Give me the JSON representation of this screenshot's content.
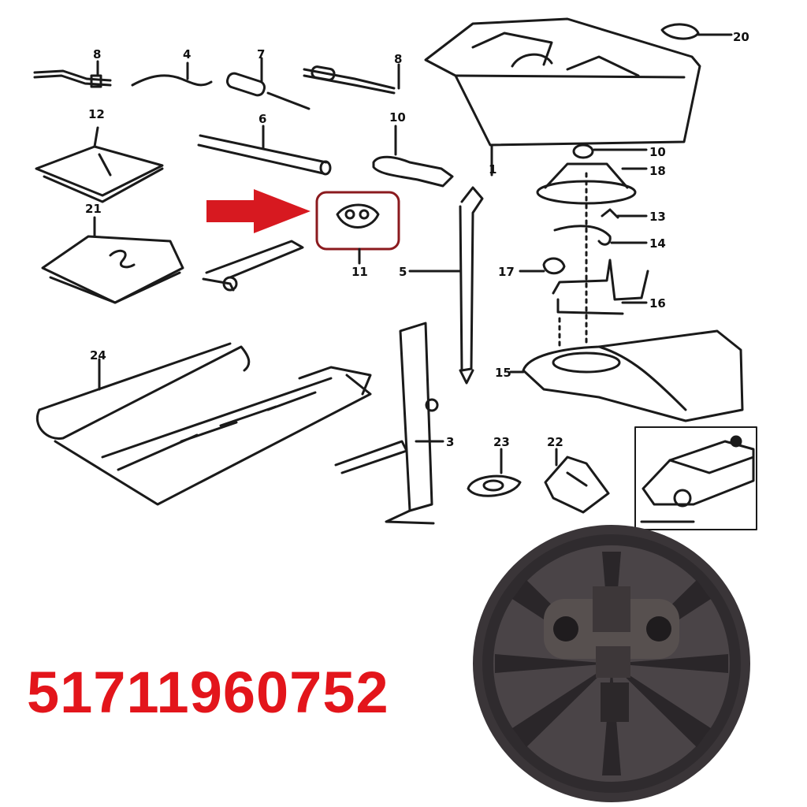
{
  "labels": {
    "l1": "8",
    "l2": "4",
    "l3": "7",
    "l4": "8",
    "l5": "12",
    "l6": "6",
    "l7": "10",
    "l8": "21",
    "l9": "11",
    "l10": "5",
    "l11": "1",
    "l12": "20",
    "l13": "10",
    "l14": "18",
    "l15": "13",
    "l16": "14",
    "l17": "17",
    "l18": "16",
    "l19": "15",
    "l20": "24",
    "l21": "3",
    "l22": "23",
    "l23": "22"
  },
  "part_number": "51711960752",
  "colors": {
    "highlight": "#d71920",
    "part_number": "#e3151b",
    "line": "#1a1a1a",
    "cap": "#2f2b2e"
  }
}
